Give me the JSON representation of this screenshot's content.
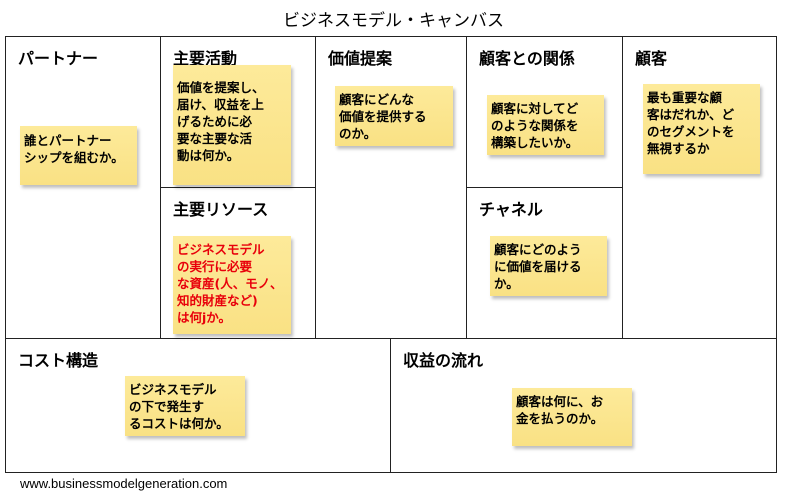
{
  "title": "ビジネスモデル・キャンバス",
  "blocks": {
    "partners": {
      "heading": "パートナー",
      "note": "誰とパートナー\nシップを組むか。"
    },
    "activities": {
      "heading": "主要活動",
      "note": "価値を提案し、\n届け、収益を上\nげるために必\n要な主要な活\n動は何か。"
    },
    "resources": {
      "heading": "主要リソース",
      "note": "ビジネスモデル\nの実行に必要\nな資産(人、モノ、\n知的財産など)\nは何jか。"
    },
    "value": {
      "heading": "価値提案",
      "note": "顧客にどんな\n価値を提供する\nのか。"
    },
    "relationships": {
      "heading": "顧客との関係",
      "note": "顧客に対してど\nのような関係を\n構築したいか。"
    },
    "channels": {
      "heading": "チャネル",
      "note": "顧客にどのよう\nに価値を届ける\nか。"
    },
    "customers": {
      "heading": "顧客",
      "note": "最も重要な顧\n客はだれか、ど\nのセグメントを\n無視するか"
    },
    "costs": {
      "heading": "コスト構造",
      "note": "ビジネスモデル\nの下で発生す\nるコストは何か。"
    },
    "revenue": {
      "heading": "収益の流れ",
      "note": "顧客は何に、お\n金を払うのか。"
    }
  },
  "footer": "www.businessmodelgeneration.com",
  "colors": {
    "note": "#fbe58f",
    "highlight_text": "#e8000b"
  }
}
